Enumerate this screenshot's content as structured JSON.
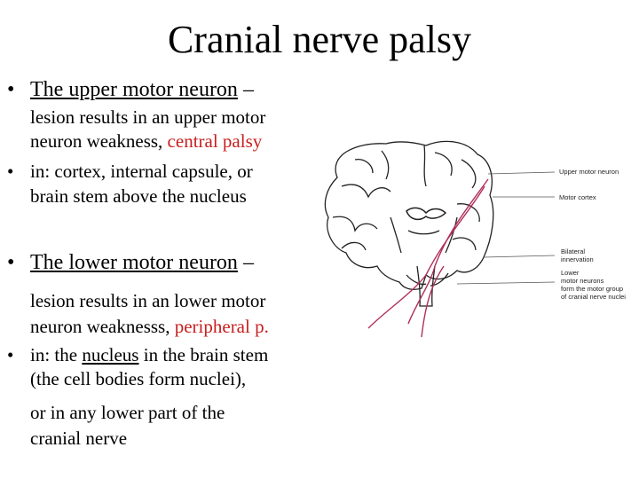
{
  "slide": {
    "title": "Cranial nerve palsy",
    "section1": {
      "heading_term": "The upper motor neuron",
      "heading_dash": " –",
      "line1": "lesion results in an upper motor",
      "line2_plain": "neuron weakness, ",
      "line2_red": "central palsy",
      "bullet2_line1": "in: cortex, internal capsule, or",
      "bullet2_line2": "brain stem above the nucleus"
    },
    "section2": {
      "heading_term": "The lower motor neuron",
      "heading_dash": " –",
      "line1": "lesion results in an lower motor",
      "line2_plain": "neuron weaknesss, ",
      "line2_red": "peripheral p.",
      "bullet2_pre": "in: the ",
      "bullet2_term": "nucleus",
      "bullet2_post": " in the brain stem",
      "bullet2_line2": "(the cell bodies form nuclei),",
      "line3": "or in any lower part of the",
      "line4": "cranial nerve"
    },
    "bullet_glyph": "•"
  },
  "diagram": {
    "labels": {
      "upper_motor_neuron": "Upper motor neuron",
      "motor_cortex": "Motor cortex",
      "bilateral_1": "Bilateral",
      "bilateral_2": "innervation",
      "lower_1": "Lower",
      "lower_2": "motor neurons",
      "lower_3": "form the motor group",
      "lower_4": "of cranial nerve nuclei"
    },
    "colors": {
      "pathway": "#b0305a",
      "outline": "#222222",
      "leader": "#555555"
    }
  }
}
